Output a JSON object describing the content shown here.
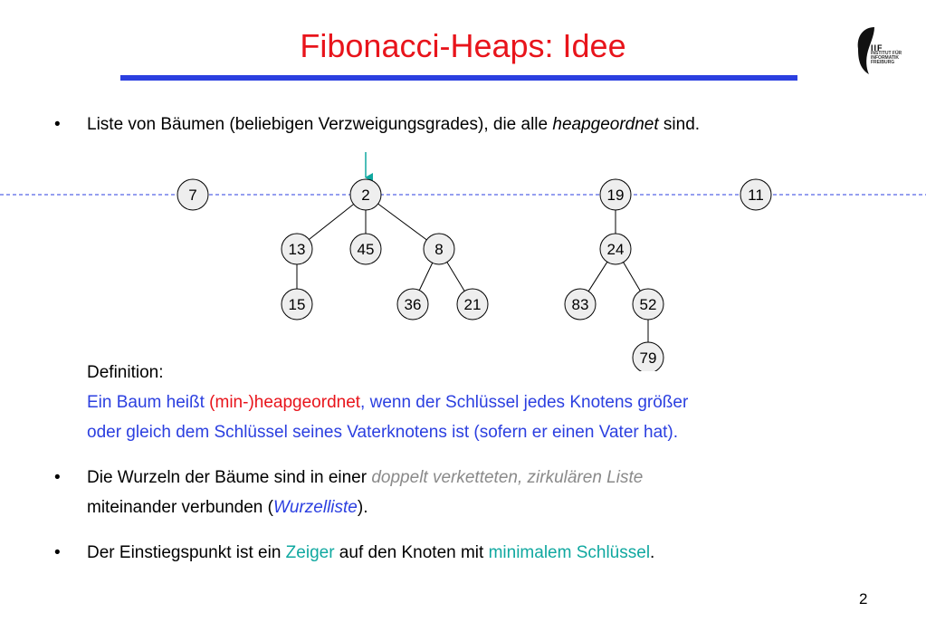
{
  "slide": {
    "title": "Fibonacci-Heaps: Idee",
    "page_number": "2"
  },
  "logo": {
    "mark": "IIF",
    "lines": [
      "INSTITUT FÜR",
      "INFORMATIK",
      "FREIBURG"
    ]
  },
  "bullets": [
    {
      "marker": "•",
      "parts": [
        {
          "text": "Liste von Bäumen (beliebigen Verzweigungsgrades), die alle ",
          "style": "plain"
        },
        {
          "text": "heapgeordnet",
          "style": "ital"
        },
        {
          "text": " sind.",
          "style": "plain"
        }
      ]
    },
    {
      "marker": "•",
      "line1": [
        {
          "text": "Die Wurzeln der Bäume sind in einer ",
          "style": "plain"
        },
        {
          "text": "doppelt verketteten, zirkulären Liste",
          "style": "gray"
        }
      ],
      "line2": [
        {
          "text": "miteinander verbunden (",
          "style": "plain"
        },
        {
          "text": "Wurzelliste",
          "style": "blue ital"
        },
        {
          "text": ").",
          "style": "plain"
        }
      ]
    },
    {
      "marker": "•",
      "parts": [
        {
          "text": "Der Einstiegspunkt ist ein ",
          "style": "plain"
        },
        {
          "text": "Zeiger",
          "style": "teal"
        },
        {
          "text": " auf den Knoten mit ",
          "style": "plain"
        },
        {
          "text": "minimalem Schlüssel",
          "style": "teal"
        },
        {
          "text": ".",
          "style": "plain"
        }
      ]
    }
  ],
  "definition": {
    "label": "Definition:",
    "line1_a": "Ein Baum heißt ",
    "line1_b": "(min-)heapgeordnet",
    "line1_c": ", wenn der Schlüssel jedes Knotens größer",
    "line2": "oder gleich dem Schlüssel seines Vaterknotens ist (sofern er einen Vater hat)."
  },
  "diagram": {
    "colors": {
      "node_fill": "#eeeeee",
      "node_stroke": "#000000",
      "root_list": "#2b3fe0",
      "pointer": "#10a8a0"
    },
    "nodes": [
      {
        "id": "n7",
        "key": "7"
      },
      {
        "id": "n2",
        "key": "2"
      },
      {
        "id": "n19",
        "key": "19"
      },
      {
        "id": "n11",
        "key": "11"
      },
      {
        "id": "n13",
        "key": "13"
      },
      {
        "id": "n45",
        "key": "45"
      },
      {
        "id": "n8",
        "key": "8"
      },
      {
        "id": "n24",
        "key": "24"
      },
      {
        "id": "n15",
        "key": "15"
      },
      {
        "id": "n36",
        "key": "36"
      },
      {
        "id": "n21",
        "key": "21"
      },
      {
        "id": "n83",
        "key": "83"
      },
      {
        "id": "n52",
        "key": "52"
      },
      {
        "id": "n79",
        "key": "79"
      }
    ],
    "edges": [
      [
        "n2",
        "n13"
      ],
      [
        "n2",
        "n45"
      ],
      [
        "n2",
        "n8"
      ],
      [
        "n13",
        "n15"
      ],
      [
        "n8",
        "n36"
      ],
      [
        "n8",
        "n21"
      ],
      [
        "n19",
        "n24"
      ],
      [
        "n24",
        "n83"
      ],
      [
        "n24",
        "n52"
      ],
      [
        "n52",
        "n79"
      ]
    ],
    "min_pointer_target": "n2"
  }
}
